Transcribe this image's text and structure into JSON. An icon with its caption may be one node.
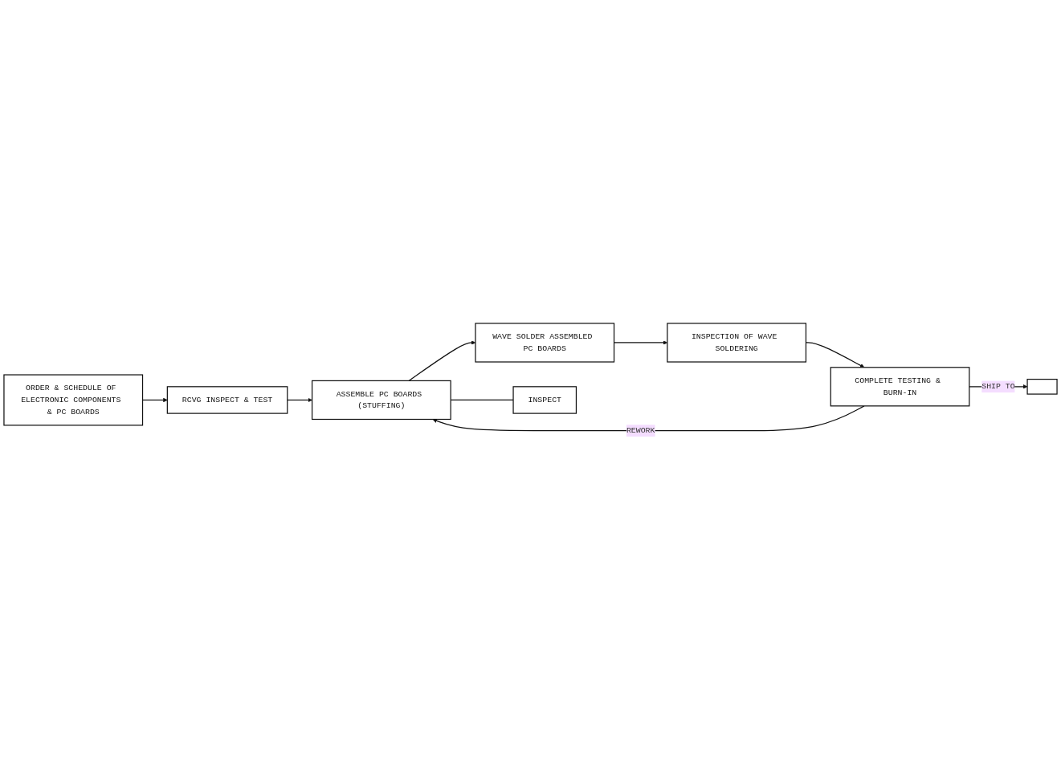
{
  "diagram": {
    "nodes": [
      {
        "text": [
          "ORDER & SCHEDULE OF ELECTRONIC COMPONENTS & PC BOARDS"
        ]
      },
      {
        "text": [
          "RCVG INSPECT & TEST"
        ]
      },
      {
        "text": [
          "ASSEMBLE PC BOARDS (STUFFING)"
        ]
      },
      {
        "text": [
          "WAVE SOLDER ASSEMBLED PC BOARDS"
        ]
      },
      {
        "text": [
          "INSPECTION OF WAVE SOLDERING"
        ]
      },
      {
        "text": [
          "INSPECT"
        ]
      },
      {
        "text": [
          "COMPLETE TESTING & BURN-IN"
        ]
      },
      {
        "text": [],
        "shape": "box"
      }
    ],
    "edges": [
      {
        "from": 0,
        "to": 1,
        "arrow": "to"
      },
      {
        "from": 1,
        "to": 2,
        "arrow": "to"
      },
      {
        "from": 2,
        "to": 3,
        "arrow": "to"
      },
      {
        "from": 3,
        "to": 4,
        "arrow": "to"
      },
      {
        "from": 2,
        "to": 5,
        "arrow": "none"
      },
      {
        "from": 4,
        "to": 6,
        "arrow": "to"
      },
      {
        "from": 6,
        "to": 7,
        "arrow": "to",
        "label": "SHIP TO"
      },
      {
        "from": 6,
        "to": 2,
        "arrow": "to",
        "label": "REWORK"
      }
    ]
  }
}
